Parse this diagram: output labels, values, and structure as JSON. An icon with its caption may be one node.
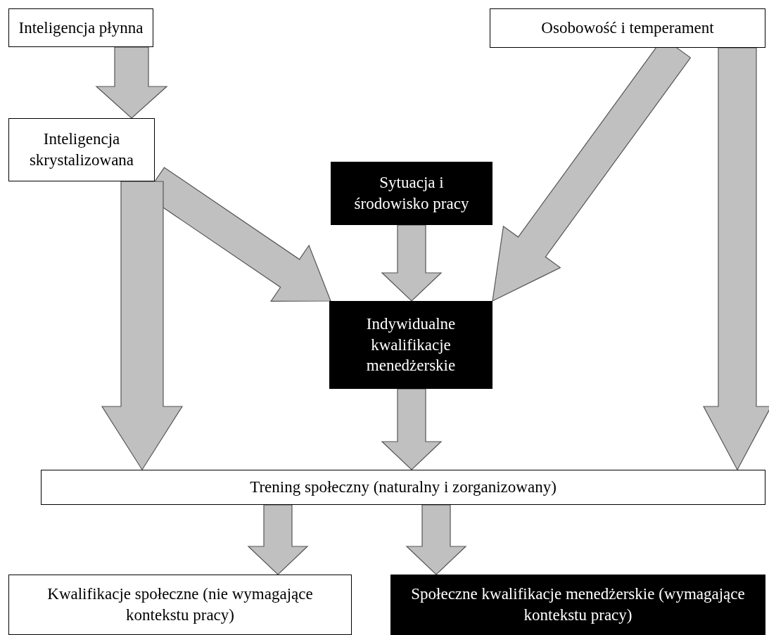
{
  "diagram": {
    "nodes": [
      {
        "text": [
          "Inteligencja płynna"
        ]
      },
      {
        "text": [
          "Osobowość i temperament"
        ]
      },
      {
        "text": [
          "Inteligencja skrystalizowana"
        ]
      },
      {
        "text": [
          "Sytuacja i środowisko pracy"
        ]
      },
      {
        "text": [
          "Indywidualne kwalifikacje menedżerskie"
        ]
      },
      {
        "text": [
          "Trening społeczny (naturalny i zorganizowany)"
        ]
      },
      {
        "text": [
          "Kwalifikacje społeczne (nie wymagające kontekstu pracy)"
        ]
      },
      {
        "text": [
          "Społeczne kwalifikacje menedżerskie (wymagające kontekstu pracy)"
        ]
      }
    ],
    "edges": [
      {
        "from": 0,
        "to": 2,
        "arrow": "to"
      },
      {
        "from": 1,
        "to": 4,
        "arrow": "to"
      },
      {
        "from": 1,
        "to": 5,
        "arrow": "to"
      },
      {
        "from": 2,
        "to": 4,
        "arrow": "to"
      },
      {
        "from": 2,
        "to": 5,
        "arrow": "to"
      },
      {
        "from": 3,
        "to": 4,
        "arrow": "to"
      },
      {
        "from": 4,
        "to": 5,
        "arrow": "to"
      },
      {
        "from": 5,
        "to": 6,
        "arrow": "to"
      },
      {
        "from": 5,
        "to": 7,
        "arrow": "to"
      }
    ]
  }
}
